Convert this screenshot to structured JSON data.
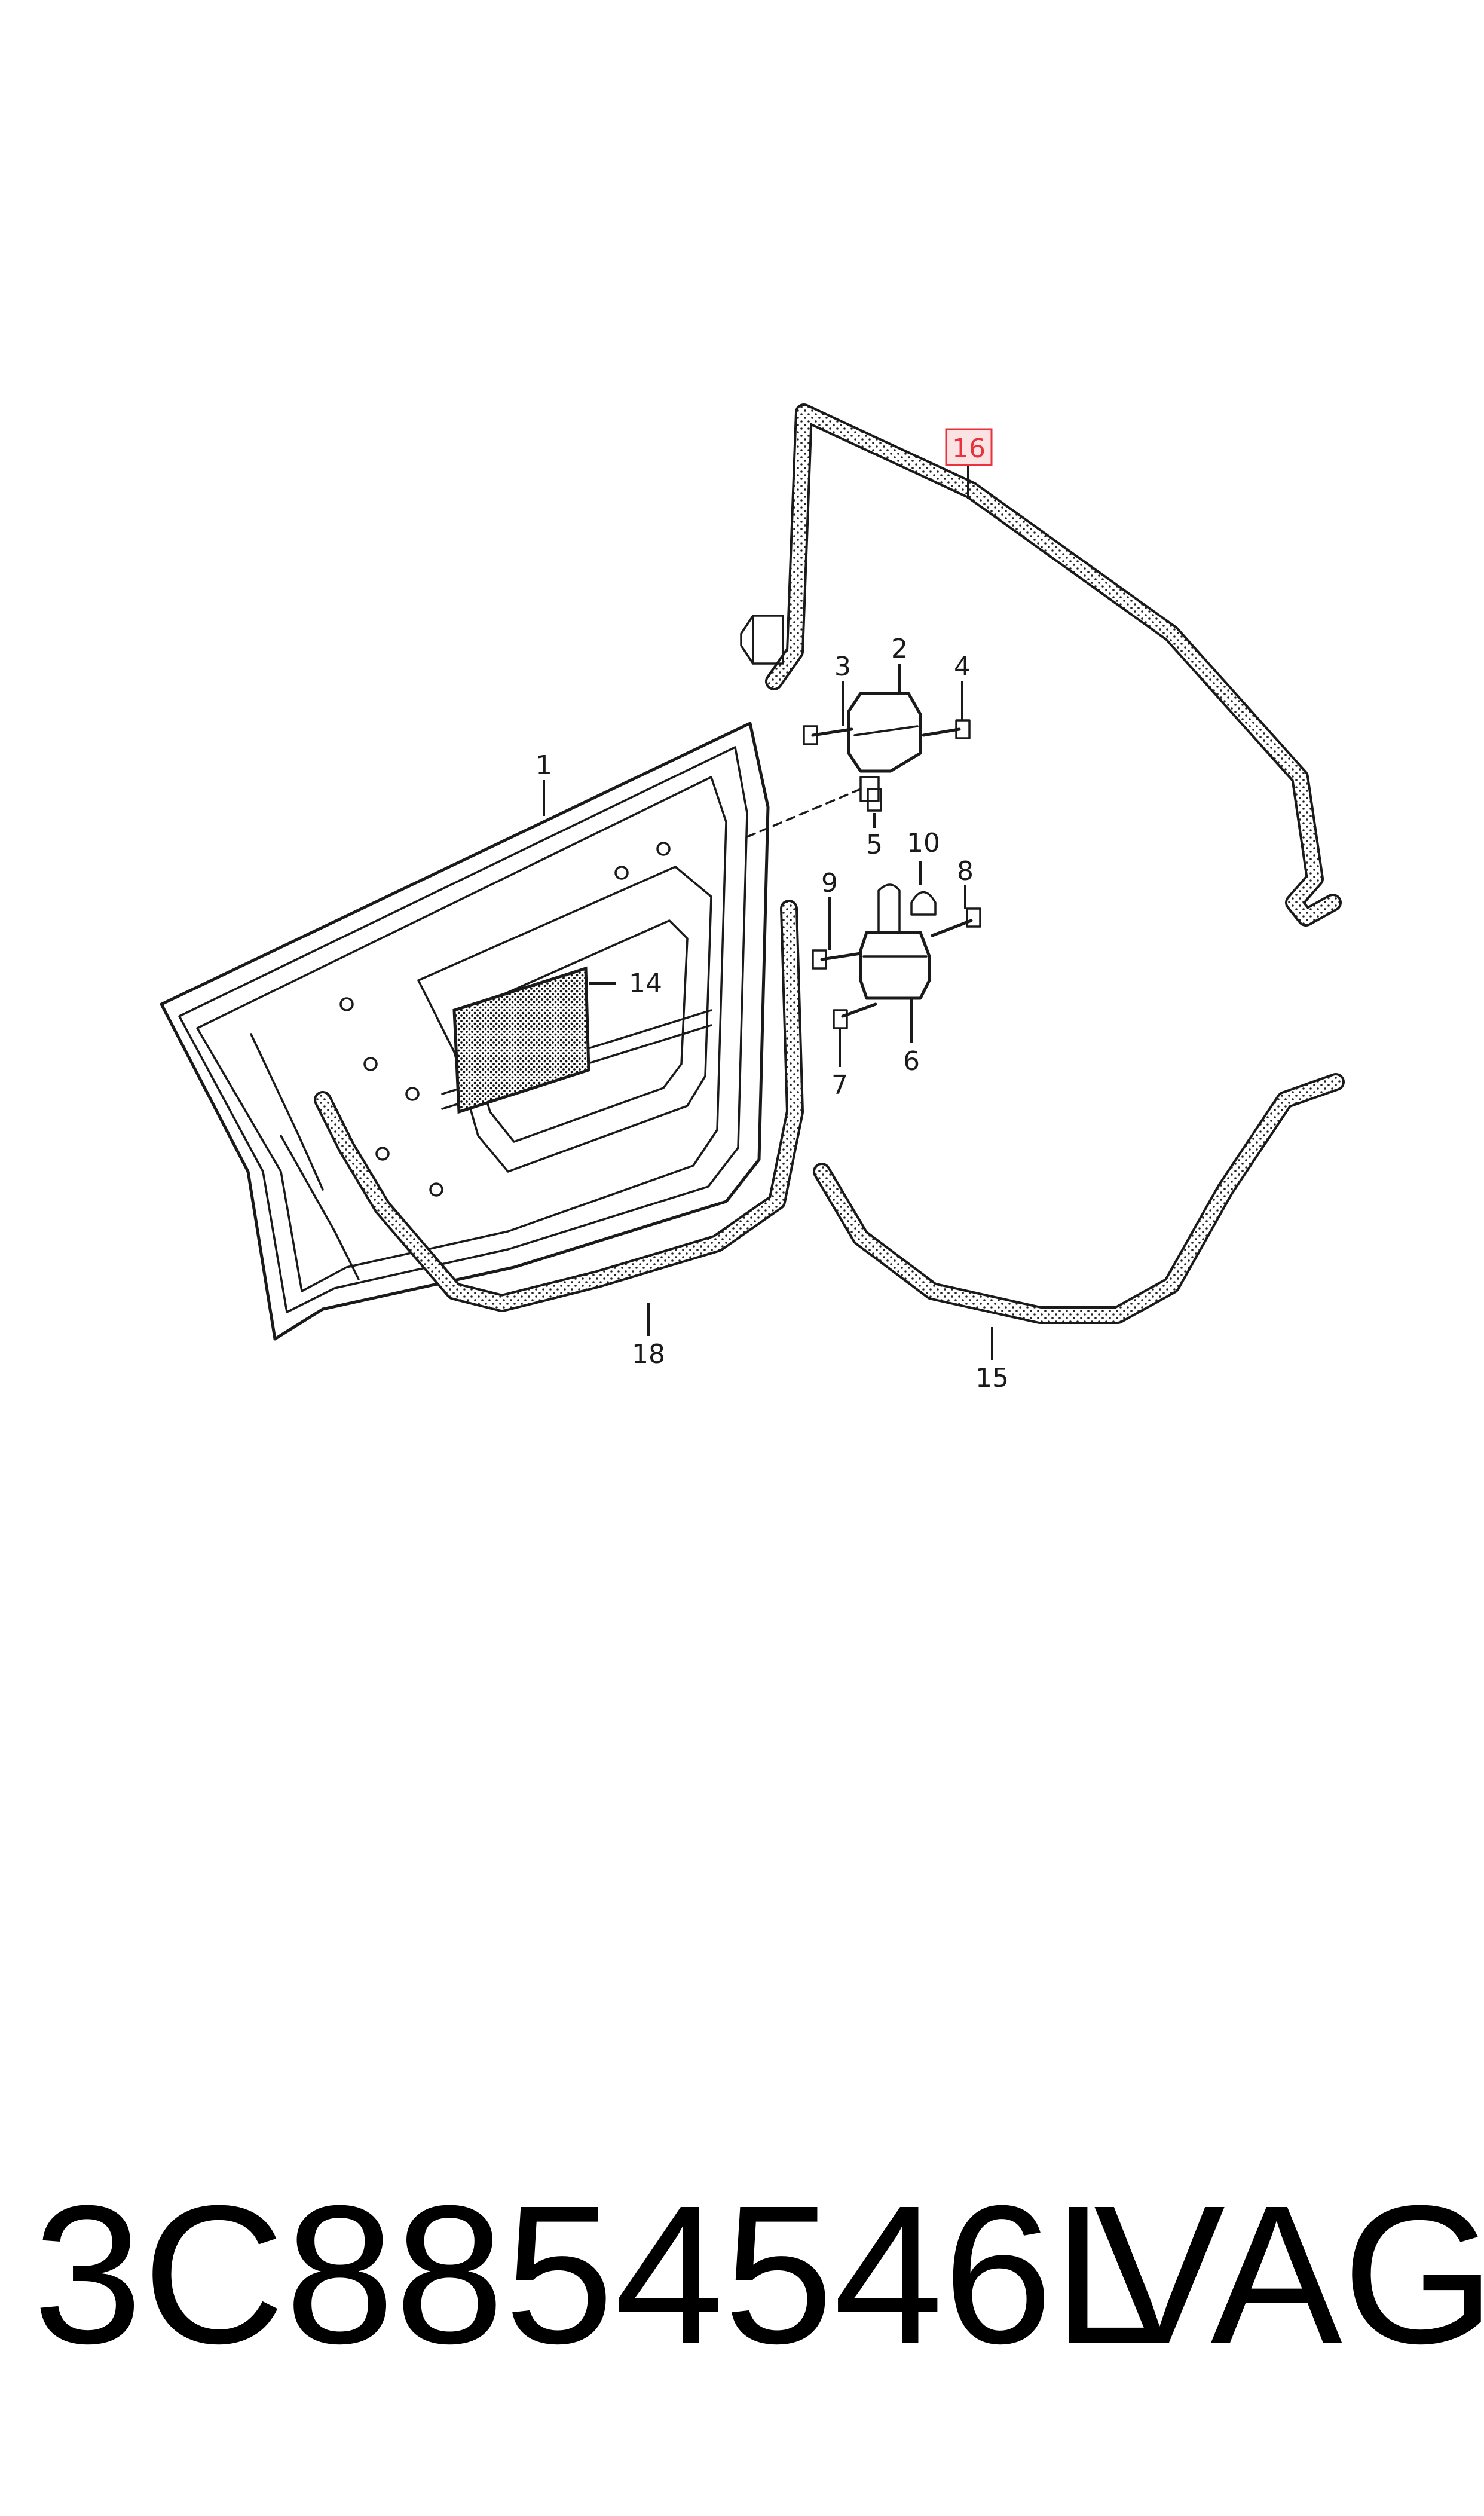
{
  "diagram": {
    "callouts": [
      {
        "id": "c1",
        "label": "1"
      },
      {
        "id": "c2",
        "label": "2"
      },
      {
        "id": "c3",
        "label": "3"
      },
      {
        "id": "c4",
        "label": "4"
      },
      {
        "id": "c5",
        "label": "5"
      },
      {
        "id": "c6",
        "label": "6"
      },
      {
        "id": "c7",
        "label": "7"
      },
      {
        "id": "c8",
        "label": "8"
      },
      {
        "id": "c9",
        "label": "9"
      },
      {
        "id": "c10",
        "label": "10"
      },
      {
        "id": "c14",
        "label": "14"
      },
      {
        "id": "c15",
        "label": "15"
      },
      {
        "id": "c16",
        "label": "16"
      },
      {
        "id": "c18",
        "label": "18"
      }
    ],
    "highlight_color": "#e8323c",
    "highlight_fill": "#fbe3e4"
  },
  "footer": {
    "part_number": "3C8854546L",
    "brand": "VAG"
  }
}
